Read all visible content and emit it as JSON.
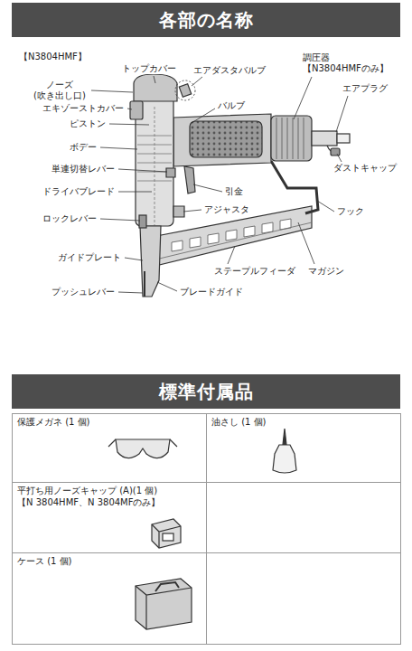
{
  "diagram": {
    "nodes": [
      {
        "text": [
          "各部の名称"
        ]
      },
      {
        "text": [
          "標準付属品"
        ]
      }
    ],
    "labels": [
      "【N3804HMF】",
      "トップカバー",
      "ノーズ (吹き出し口)",
      "エアダスタバルブ",
      "調圧器 【N3804HMFのみ】",
      "エアプラグ",
      "エキゾーストカバー",
      "ピストン",
      "バルブ",
      "ボデー",
      "ダストキャップ",
      "単連切替レバー",
      "ドライバブレード",
      "引金",
      "アジャスタ",
      "フック",
      "ロックレバー",
      "ガイドプレート",
      "マガジン",
      "ステープルフィーダ",
      "プッシュレバー",
      "ブレードガイド",
      "保護メガネ (1 個)",
      "油さし (1 個)",
      "平打ち用ノーズキャップ (A)(1 個)",
      "【N 3804HMF、N 3804MFのみ】",
      "ケース (1 個)"
    ]
  }
}
